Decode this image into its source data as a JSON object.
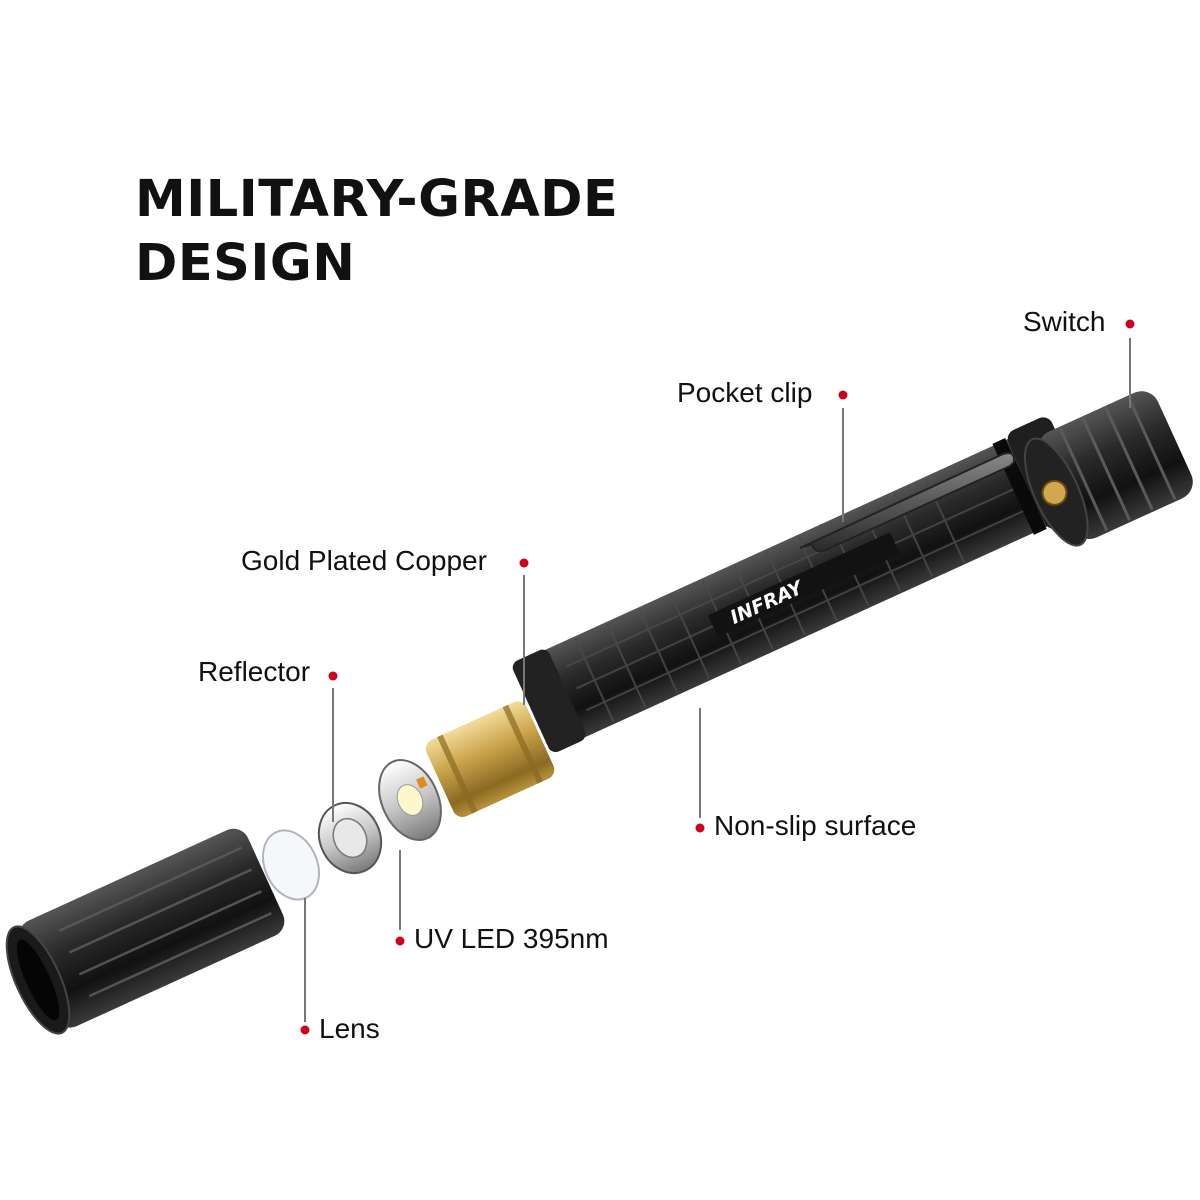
{
  "title": {
    "line1": "MILITARY-GRADE",
    "line2": "DESIGN"
  },
  "brand": "INFRAY",
  "colors": {
    "text": "#111111",
    "accent_dot": "#d0021b",
    "leader_line": "#777777",
    "body_dark": "#1b1b1b",
    "brass": "#c9a24a",
    "background": "#ffffff"
  },
  "parts": [
    {
      "id": "switch",
      "label": "Switch"
    },
    {
      "id": "pocket-clip",
      "label": "Pocket clip"
    },
    {
      "id": "gold-plated-copper",
      "label": "Gold Plated Copper"
    },
    {
      "id": "reflector",
      "label": "Reflector"
    },
    {
      "id": "non-slip-surface",
      "label": "Non-slip surface"
    },
    {
      "id": "uv-led",
      "label": "UV LED 395nm"
    },
    {
      "id": "lens",
      "label": "Lens"
    }
  ]
}
